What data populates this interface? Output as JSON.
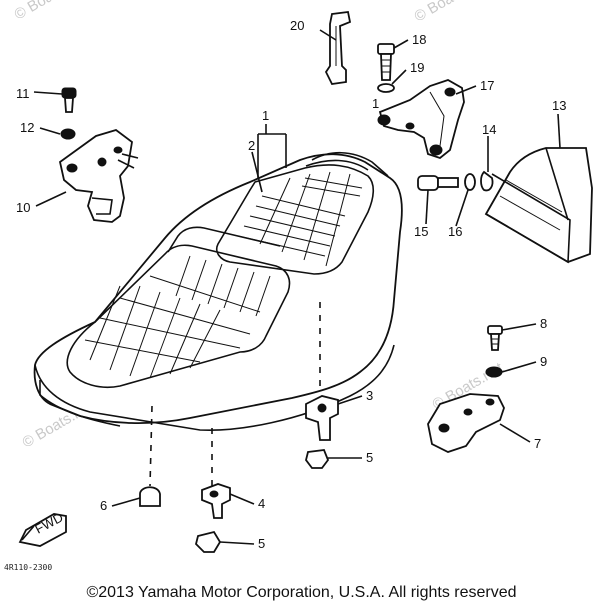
{
  "watermark": "© Boats.net",
  "drawing_code": "4R110-2300",
  "copyright": "©2013 Yamaha Motor Corporation, U.S.A. All rights reserved",
  "fwd_label": "FWD",
  "callouts": {
    "c1": "1",
    "c1b": "1",
    "c2": "2",
    "c3": "3",
    "c4": "4",
    "c5": "5",
    "c5b": "5",
    "c6": "6",
    "c7": "7",
    "c8": "8",
    "c9": "9",
    "c10": "10",
    "c11": "11",
    "c12": "12",
    "c13": "13",
    "c14": "14",
    "c15": "15",
    "c16": "16",
    "c17": "17",
    "c18": "18",
    "c19": "19",
    "c20": "20"
  }
}
